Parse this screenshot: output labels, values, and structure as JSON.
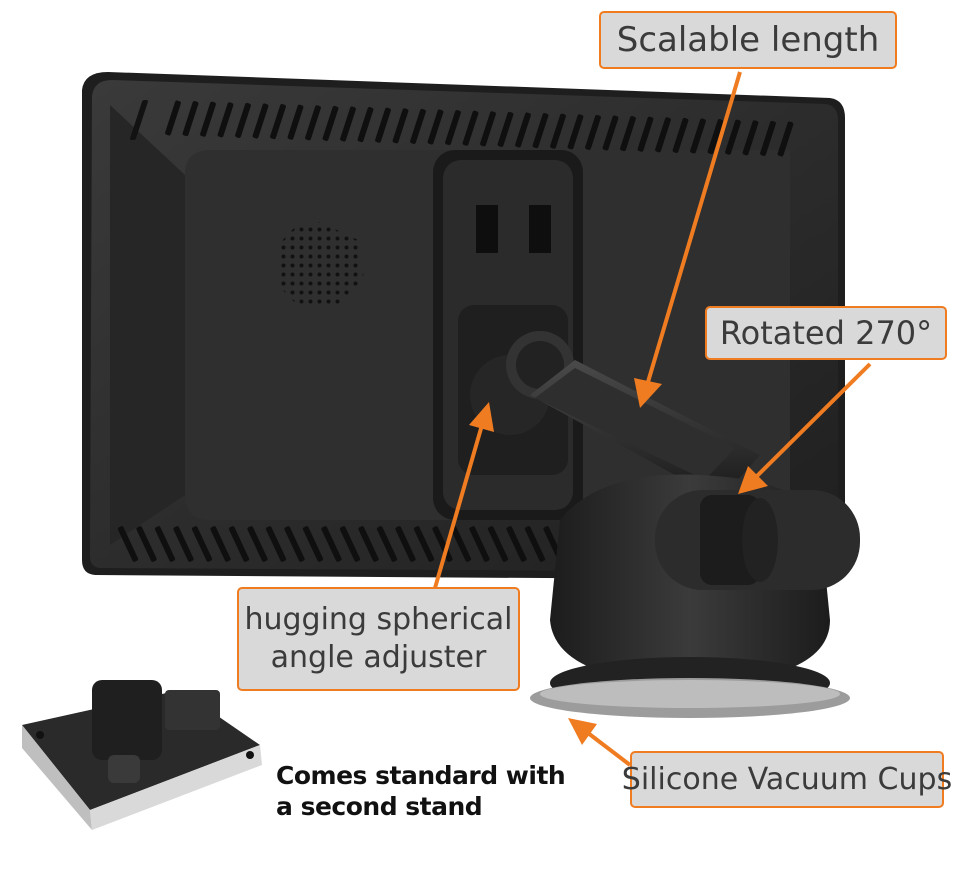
{
  "callouts": {
    "scalable_length": "Scalable length",
    "rotated": "Rotated 270°",
    "hugging_line1": "hugging spherical",
    "hugging_line2": "angle adjuster",
    "silicone": "Silicone Vacuum Cups"
  },
  "note": {
    "line1": "Comes standard with",
    "line2": "a second stand"
  },
  "colors": {
    "accent": "#f07c21",
    "callout_bg": "#d9d9d9",
    "device_body": "#2a2a2a"
  }
}
